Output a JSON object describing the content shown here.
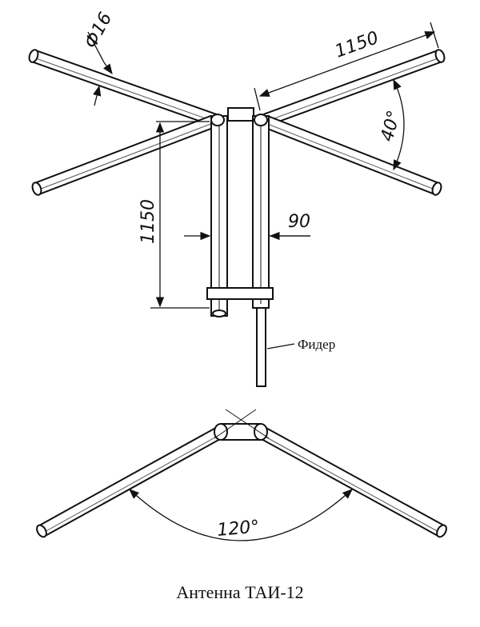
{
  "title": "Антенна ТАИ-12",
  "labels": {
    "diameter": "Ф16",
    "arm_length": "1150",
    "arm_angle": "40°",
    "mast_height": "1150",
    "mast_width": "90",
    "feeder": "Фидер",
    "v_angle": "120°"
  },
  "colors": {
    "ink": "#111111",
    "background": "#ffffff"
  }
}
